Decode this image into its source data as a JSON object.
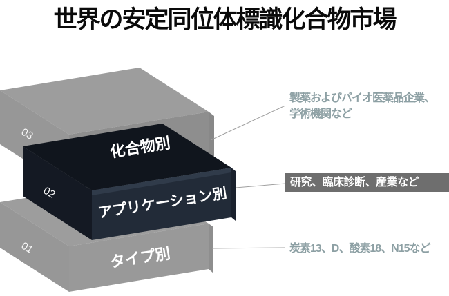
{
  "title": "世界の安定同位体標識化合物市場",
  "diagram": {
    "layers": [
      {
        "number": "03",
        "label": "化合物別",
        "annotation_lines": [
          "製薬およびバイオ医薬品企業、",
          "学術機関など"
        ],
        "annotation_highlighted": false
      },
      {
        "number": "02",
        "label": "アプリケーション別",
        "annotation_lines": [
          "研究、臨床診断、産業など"
        ],
        "annotation_highlighted": true
      },
      {
        "number": "01",
        "label": "タイプ別",
        "annotation_lines": [
          "炭素13、D、酸素18、N15など"
        ],
        "annotation_highlighted": false
      }
    ]
  },
  "colors": {
    "gray_box_top": "#9d9d9d",
    "gray_box_left": "#979797",
    "gray_box_front": "#8e8e8e",
    "dark_box_top": "#10151d",
    "dark_box_left": "#141923",
    "dark_box_front": "#222b38",
    "box_label_text": "#ffffff",
    "annotation_text": "#8da0a4",
    "highlight_bar_bg": "#6e6e6e",
    "highlight_bar_text": "#ffffff",
    "leader_line": "#a0a0a0",
    "title_text": "#0a0a0a"
  }
}
